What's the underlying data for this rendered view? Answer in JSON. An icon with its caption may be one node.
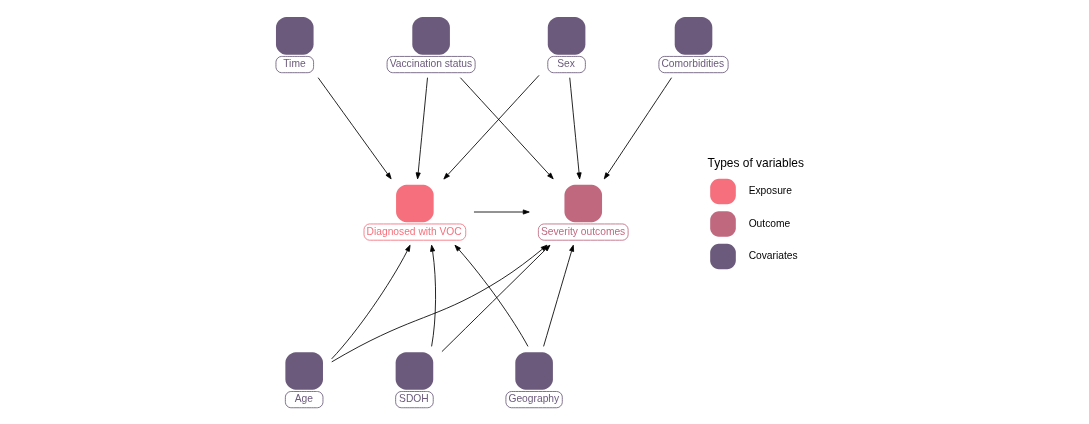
{
  "diagram": {
    "nodes": [
      {
        "text": [
          "Time"
        ]
      },
      {
        "text": [
          "Vaccination status"
        ]
      },
      {
        "text": [
          "Sex"
        ]
      },
      {
        "text": [
          "Comorbidities"
        ]
      },
      {
        "text": [
          "Diagnosed with VOC"
        ]
      },
      {
        "text": [
          "Severity outcomes"
        ]
      },
      {
        "text": [
          "Age"
        ]
      },
      {
        "text": [
          "SDOH"
        ]
      },
      {
        "text": [
          "Geography"
        ]
      }
    ],
    "edges": [
      {
        "from": 0,
        "to": 4,
        "arrow": "to"
      },
      {
        "from": 1,
        "to": 4,
        "arrow": "to"
      },
      {
        "from": 1,
        "to": 5,
        "arrow": "to"
      },
      {
        "from": 2,
        "to": 4,
        "arrow": "to"
      },
      {
        "from": 2,
        "to": 5,
        "arrow": "to"
      },
      {
        "from": 3,
        "to": 5,
        "arrow": "to"
      },
      {
        "from": 4,
        "to": 5,
        "arrow": "to"
      },
      {
        "from": 6,
        "to": 4,
        "arrow": "to"
      },
      {
        "from": 6,
        "to": 5,
        "arrow": "to"
      },
      {
        "from": 7,
        "to": 4,
        "arrow": "to"
      },
      {
        "from": 7,
        "to": 5,
        "arrow": "to"
      },
      {
        "from": 8,
        "to": 4,
        "arrow": "to"
      },
      {
        "from": 8,
        "to": 5,
        "arrow": "to"
      }
    ],
    "labels": [
      "Types of variables"
    ],
    "legend": [
      {
        "text": "Exposure",
        "color": "#f5707c"
      },
      {
        "text": "Outcome",
        "color": "#c0687e"
      },
      {
        "text": "Covariates",
        "color": "#6b5a7b"
      }
    ]
  }
}
